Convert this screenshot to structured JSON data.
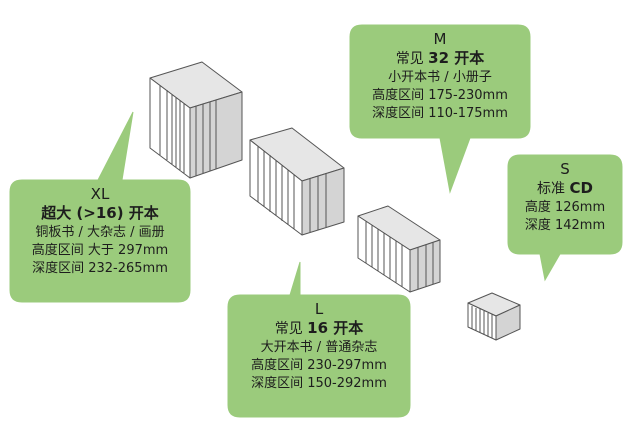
{
  "colors": {
    "bubble": "#9bcb7c",
    "book_face": "#ffffff",
    "book_side": "#cfcfcf",
    "stroke": "#555555"
  },
  "callouts": {
    "xl": {
      "size": "XL",
      "title_lead": "",
      "title_bold": "超大 (>16) 开本",
      "line1": "铜板书 / 大杂志 / 画册",
      "line2": "高度区间 大于 297mm",
      "line3": "深度区间 232-265mm"
    },
    "m": {
      "size": "M",
      "title_lead": "常见 ",
      "title_bold": "32 开本",
      "line1": "小开本书 / 小册子",
      "line2": "高度区间 175-230mm",
      "line3": "深度区间 110-175mm"
    },
    "l": {
      "size": "L",
      "title_lead": "常见 ",
      "title_bold": "16 开本",
      "line1": "大开本书 / 普通杂志",
      "line2": "高度区间 230-297mm",
      "line3": "深度区间 150-292mm"
    },
    "s": {
      "size": "S",
      "title_lead": "标准 ",
      "title_bold": "CD",
      "line1": "高度 126mm",
      "line2": "深度 142mm"
    }
  }
}
